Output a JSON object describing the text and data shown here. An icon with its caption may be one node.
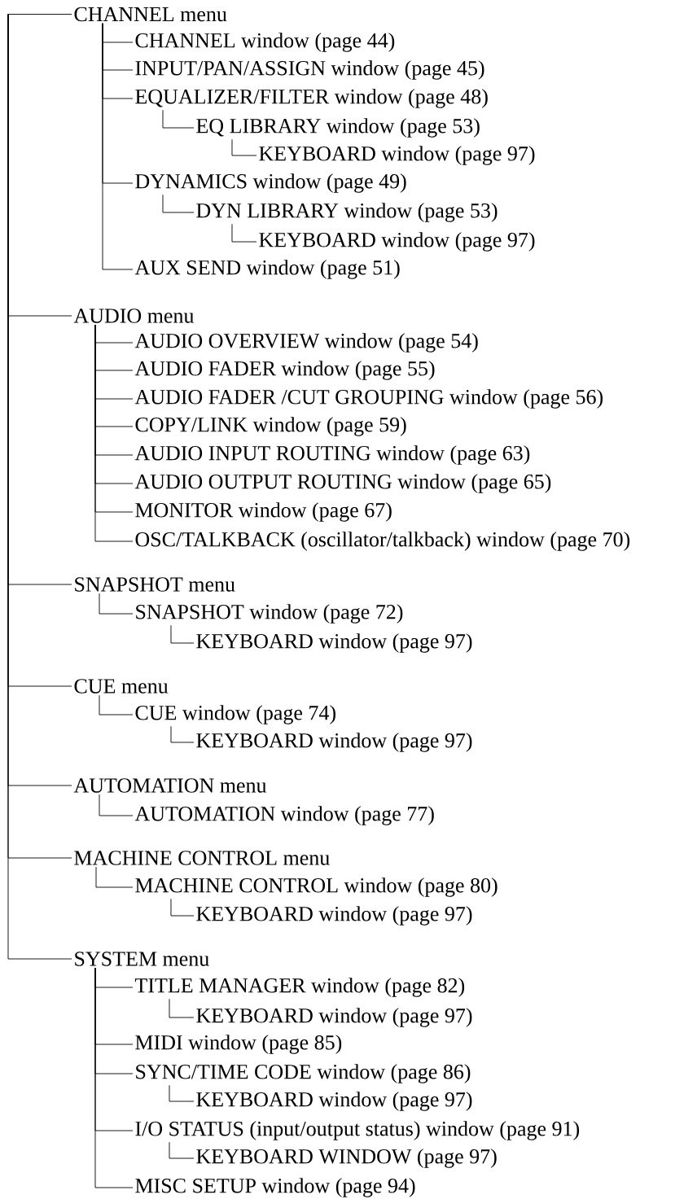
{
  "diagram": {
    "nodes": [
      {
        "text": [
          "CHANNEL menu"
        ]
      },
      {
        "text": [
          "CHANNEL window (page 44)"
        ]
      },
      {
        "text": [
          "INPUT/PAN/ASSIGN window (page 45)"
        ]
      },
      {
        "text": [
          "EQUALIZER/FILTER window (page 48)"
        ]
      },
      {
        "text": [
          "EQ LIBRARY window (page 53)"
        ]
      },
      {
        "text": [
          "KEYBOARD window (page 97)"
        ]
      },
      {
        "text": [
          "DYNAMICS window (page 49)"
        ]
      },
      {
        "text": [
          "DYN LIBRARY window (page 53)"
        ]
      },
      {
        "text": [
          "KEYBOARD window (page 97)"
        ]
      },
      {
        "text": [
          "AUX SEND window (page 51)"
        ]
      },
      {
        "text": [
          "AUDIO menu"
        ]
      },
      {
        "text": [
          "AUDIO OVERVIEW window (page 54)"
        ]
      },
      {
        "text": [
          "AUDIO FADER window (page 55)"
        ]
      },
      {
        "text": [
          "AUDIO FADER /CUT GROUPING window (page 56)"
        ]
      },
      {
        "text": [
          "COPY/LINK window (page 59)"
        ]
      },
      {
        "text": [
          "AUDIO INPUT ROUTING window (page 63)"
        ]
      },
      {
        "text": [
          "AUDIO OUTPUT ROUTING window (page 65)"
        ]
      },
      {
        "text": [
          "MONITOR window (page 67)"
        ]
      },
      {
        "text": [
          "OSC/TALKBACK (oscillator/talkback) window (page 70)"
        ]
      },
      {
        "text": [
          "SNAPSHOT menu"
        ]
      },
      {
        "text": [
          "SNAPSHOT window (page 72)"
        ]
      },
      {
        "text": [
          "KEYBOARD window (page 97)"
        ]
      },
      {
        "text": [
          "CUE menu"
        ]
      },
      {
        "text": [
          "CUE window (page 74)"
        ]
      },
      {
        "text": [
          "KEYBOARD window (page 97)"
        ]
      },
      {
        "text": [
          "AUTOMATION menu"
        ]
      },
      {
        "text": [
          "AUTOMATION window (page 77)"
        ]
      },
      {
        "text": [
          "MACHINE CONTROL menu"
        ]
      },
      {
        "text": [
          "MACHINE CONTROL window (page 80)"
        ]
      },
      {
        "text": [
          "KEYBOARD window (page 97)"
        ]
      },
      {
        "text": [
          "SYSTEM menu"
        ]
      },
      {
        "text": [
          "TITLE MANAGER window (page 82)"
        ]
      },
      {
        "text": [
          "KEYBOARD window (page 97)"
        ]
      },
      {
        "text": [
          "MIDI window (page 85)"
        ]
      },
      {
        "text": [
          "SYNC/TIME CODE window (page 86)"
        ]
      },
      {
        "text": [
          "KEYBOARD window (page 97)"
        ]
      },
      {
        "text": [
          "I/O STATUS (input/output status) window (page 91)"
        ]
      },
      {
        "text": [
          "KEYBOARD WINDOW (page 97)"
        ]
      },
      {
        "text": [
          "MISC SETUP window (page 94)"
        ]
      }
    ],
    "edges": [
      {
        "from": null,
        "to": 0,
        "arrow": "none"
      },
      {
        "from": 0,
        "to": 1,
        "arrow": "none"
      },
      {
        "from": 0,
        "to": 2,
        "arrow": "none"
      },
      {
        "from": 0,
        "to": 3,
        "arrow": "none"
      },
      {
        "from": 3,
        "to": 4,
        "arrow": "none"
      },
      {
        "from": 4,
        "to": 5,
        "arrow": "none"
      },
      {
        "from": 0,
        "to": 6,
        "arrow": "none"
      },
      {
        "from": 6,
        "to": 7,
        "arrow": "none"
      },
      {
        "from": 7,
        "to": 8,
        "arrow": "none"
      },
      {
        "from": 0,
        "to": 9,
        "arrow": "none"
      },
      {
        "from": null,
        "to": 10,
        "arrow": "none"
      },
      {
        "from": 10,
        "to": 11,
        "arrow": "none"
      },
      {
        "from": 10,
        "to": 12,
        "arrow": "none"
      },
      {
        "from": 10,
        "to": 13,
        "arrow": "none"
      },
      {
        "from": 10,
        "to": 14,
        "arrow": "none"
      },
      {
        "from": 10,
        "to": 15,
        "arrow": "none"
      },
      {
        "from": 10,
        "to": 16,
        "arrow": "none"
      },
      {
        "from": 10,
        "to": 17,
        "arrow": "none"
      },
      {
        "from": 10,
        "to": 18,
        "arrow": "none"
      },
      {
        "from": null,
        "to": 19,
        "arrow": "none"
      },
      {
        "from": 19,
        "to": 20,
        "arrow": "none"
      },
      {
        "from": 20,
        "to": 21,
        "arrow": "none"
      },
      {
        "from": null,
        "to": 22,
        "arrow": "none"
      },
      {
        "from": 22,
        "to": 23,
        "arrow": "none"
      },
      {
        "from": 23,
        "to": 24,
        "arrow": "none"
      },
      {
        "from": null,
        "to": 25,
        "arrow": "none"
      },
      {
        "from": 25,
        "to": 26,
        "arrow": "none"
      },
      {
        "from": null,
        "to": 27,
        "arrow": "none"
      },
      {
        "from": 27,
        "to": 28,
        "arrow": "none"
      },
      {
        "from": 28,
        "to": 29,
        "arrow": "none"
      },
      {
        "from": null,
        "to": 30,
        "arrow": "none"
      },
      {
        "from": 30,
        "to": 31,
        "arrow": "none"
      },
      {
        "from": 31,
        "to": 32,
        "arrow": "none"
      },
      {
        "from": 30,
        "to": 33,
        "arrow": "none"
      },
      {
        "from": 30,
        "to": 34,
        "arrow": "none"
      },
      {
        "from": 34,
        "to": 35,
        "arrow": "none"
      },
      {
        "from": 30,
        "to": 36,
        "arrow": "none"
      },
      {
        "from": 36,
        "to": 37,
        "arrow": "none"
      },
      {
        "from": 30,
        "to": 38,
        "arrow": "none"
      }
    ]
  }
}
